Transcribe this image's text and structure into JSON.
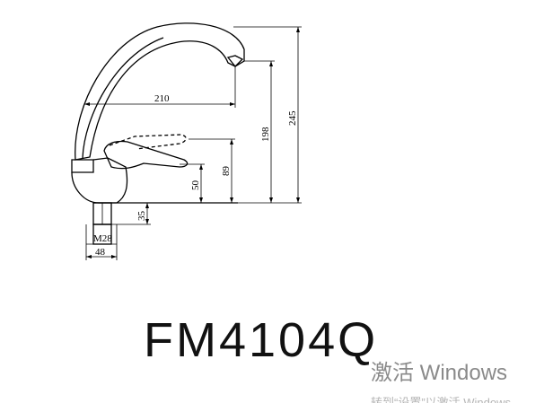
{
  "drawing": {
    "dimensions": {
      "reach": "210",
      "total_height": "245",
      "spout_height": "198",
      "handle_height": "89",
      "body_height": "50",
      "shank_length": "35",
      "thread": "M28",
      "base_width": "48"
    }
  },
  "model": {
    "code": "FM4104Q"
  },
  "watermark": {
    "line1": "激活 Windows",
    "line2": "转到“设置”以激活 Windows。"
  }
}
